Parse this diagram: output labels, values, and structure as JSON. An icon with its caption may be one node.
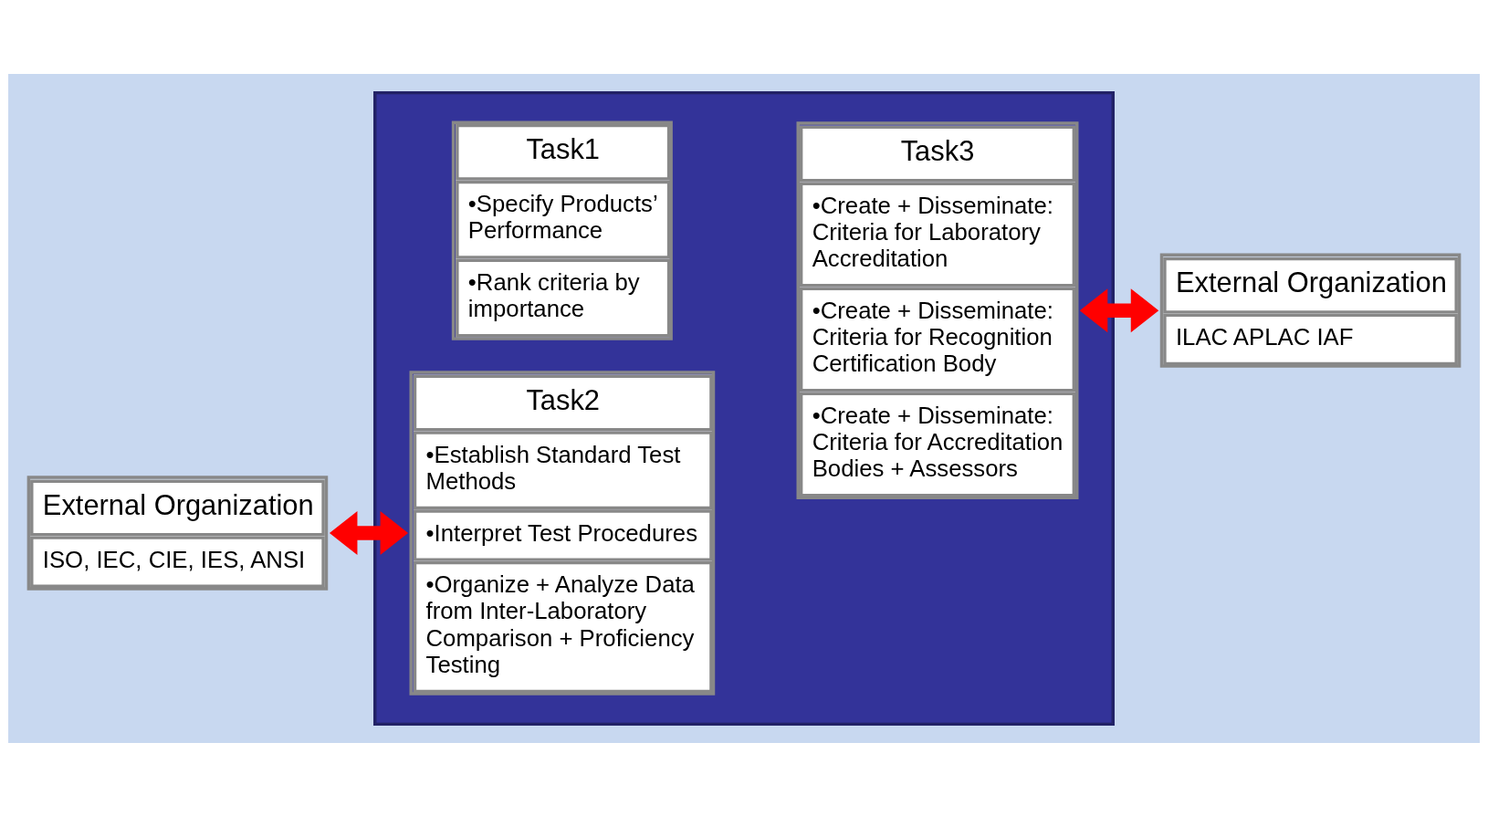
{
  "diagram": {
    "nodes": [
      {
        "text": [],
        "shape": "box"
      },
      {
        "text": [
          "Task1",
          "•Specify Products’ Performance",
          "•Rank criteria by importance"
        ],
        "in": 0
      },
      {
        "text": [
          "Task2",
          "•Establish Standard Test Methods",
          "•Interpret Test Procedures",
          "•Organize + Analyze Data from Inter-Laboratory Comparison + Proficiency Testing"
        ],
        "in": 0
      },
      {
        "text": [
          "Task3",
          "•Create + Disseminate: Criteria for Laboratory Accreditation",
          "•Create + Disseminate: Criteria for Recognition Certification Body",
          "•Create + Disseminate: Criteria for Accreditation Bodies + Assessors"
        ],
        "in": 0
      },
      {
        "text": [
          "External Organization",
          "ISO, IEC, CIE, IES, ANSI"
        ]
      },
      {
        "text": [
          "External Organization",
          "ILAC APLAC IAF"
        ]
      }
    ],
    "edges": [
      {
        "from": 4,
        "to": 2,
        "arrow": "both",
        "color": "#ff0000"
      },
      {
        "from": 3,
        "to": 5,
        "arrow": "both",
        "color": "#ff0000"
      }
    ]
  }
}
